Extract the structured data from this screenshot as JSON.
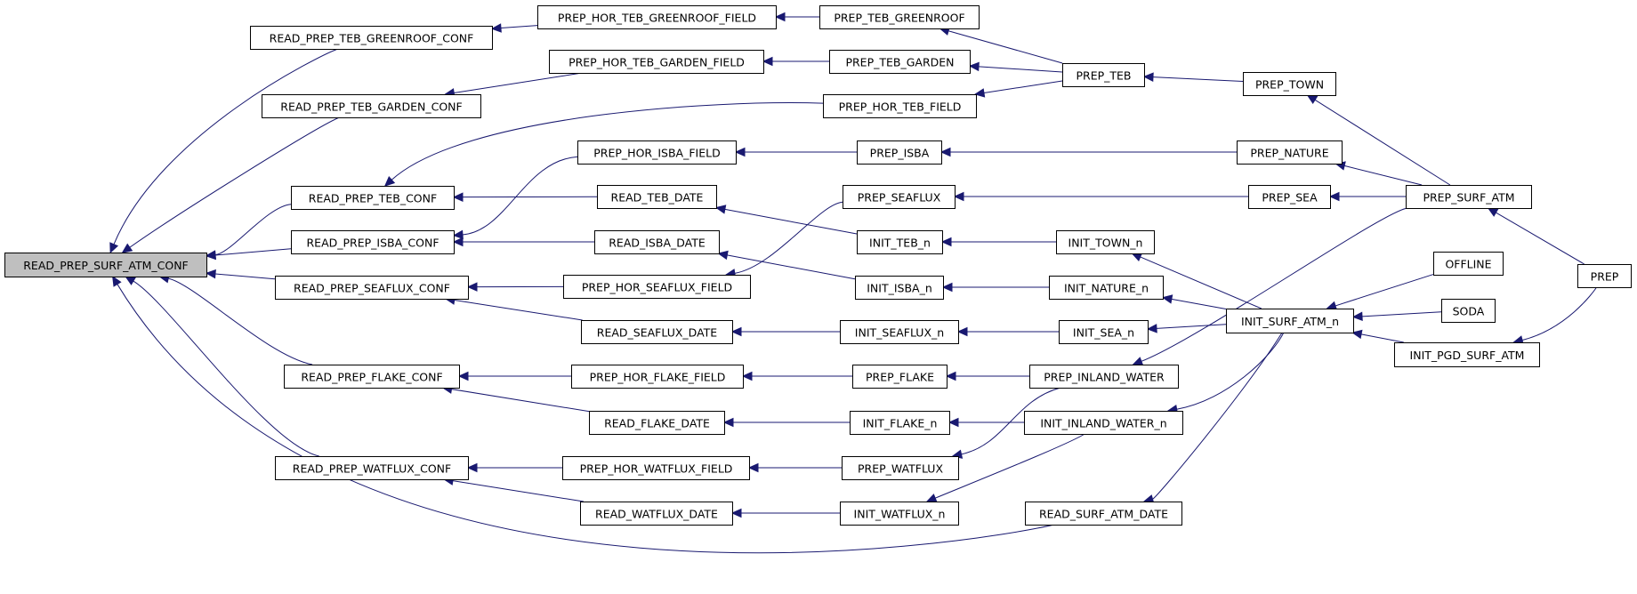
{
  "graph": {
    "edge_color": "#191970",
    "root_fill": "#bfbfbf",
    "nodes": [
      {
        "id": "n01",
        "label": "READ_PREP_SURF_ATM_CONF",
        "root": true
      },
      {
        "id": "n02",
        "label": "READ_PREP_TEB_GREENROOF_CONF"
      },
      {
        "id": "n03",
        "label": "READ_PREP_TEB_GARDEN_CONF"
      },
      {
        "id": "n04",
        "label": "READ_PREP_TEB_CONF"
      },
      {
        "id": "n05",
        "label": "READ_PREP_ISBA_CONF"
      },
      {
        "id": "n06",
        "label": "READ_PREP_SEAFLUX_CONF"
      },
      {
        "id": "n07",
        "label": "READ_PREP_FLAKE_CONF"
      },
      {
        "id": "n08",
        "label": "READ_PREP_WATFLUX_CONF"
      },
      {
        "id": "n09",
        "label": "PREP_HOR_TEB_GREENROOF_FIELD"
      },
      {
        "id": "n10",
        "label": "PREP_HOR_TEB_GARDEN_FIELD"
      },
      {
        "id": "n11",
        "label": "PREP_HOR_ISBA_FIELD"
      },
      {
        "id": "n12",
        "label": "READ_TEB_DATE"
      },
      {
        "id": "n13",
        "label": "READ_ISBA_DATE"
      },
      {
        "id": "n14",
        "label": "PREP_HOR_SEAFLUX_FIELD"
      },
      {
        "id": "n15",
        "label": "READ_SEAFLUX_DATE"
      },
      {
        "id": "n16",
        "label": "PREP_HOR_FLAKE_FIELD"
      },
      {
        "id": "n17",
        "label": "READ_FLAKE_DATE"
      },
      {
        "id": "n18",
        "label": "PREP_HOR_WATFLUX_FIELD"
      },
      {
        "id": "n19",
        "label": "READ_WATFLUX_DATE"
      },
      {
        "id": "n20",
        "label": "PREP_TEB_GREENROOF"
      },
      {
        "id": "n21",
        "label": "PREP_TEB_GARDEN"
      },
      {
        "id": "n22",
        "label": "PREP_HOR_TEB_FIELD"
      },
      {
        "id": "n23",
        "label": "PREP_ISBA"
      },
      {
        "id": "n24",
        "label": "PREP_SEAFLUX"
      },
      {
        "id": "n25",
        "label": "INIT_TEB_n"
      },
      {
        "id": "n26",
        "label": "INIT_ISBA_n"
      },
      {
        "id": "n27",
        "label": "INIT_SEAFLUX_n"
      },
      {
        "id": "n28",
        "label": "PREP_FLAKE"
      },
      {
        "id": "n29",
        "label": "INIT_FLAKE_n"
      },
      {
        "id": "n30",
        "label": "PREP_WATFLUX"
      },
      {
        "id": "n31",
        "label": "INIT_WATFLUX_n"
      },
      {
        "id": "n32",
        "label": "PREP_TEB"
      },
      {
        "id": "n33",
        "label": "INIT_TOWN_n"
      },
      {
        "id": "n34",
        "label": "INIT_NATURE_n"
      },
      {
        "id": "n35",
        "label": "INIT_SEA_n"
      },
      {
        "id": "n36",
        "label": "PREP_INLAND_WATER"
      },
      {
        "id": "n37",
        "label": "INIT_INLAND_WATER_n"
      },
      {
        "id": "n38",
        "label": "READ_SURF_ATM_DATE"
      },
      {
        "id": "n39",
        "label": "PREP_TOWN"
      },
      {
        "id": "n40",
        "label": "PREP_NATURE"
      },
      {
        "id": "n41",
        "label": "PREP_SEA"
      },
      {
        "id": "n42",
        "label": "INIT_SURF_ATM_n"
      },
      {
        "id": "n43",
        "label": "PREP_SURF_ATM"
      },
      {
        "id": "n44",
        "label": "OFFLINE"
      },
      {
        "id": "n45",
        "label": "SODA"
      },
      {
        "id": "n46",
        "label": "INIT_PGD_SURF_ATM"
      },
      {
        "id": "n47",
        "label": "PREP"
      }
    ],
    "edges": [
      [
        "n02",
        "n01"
      ],
      [
        "n03",
        "n01"
      ],
      [
        "n04",
        "n01"
      ],
      [
        "n05",
        "n01"
      ],
      [
        "n06",
        "n01"
      ],
      [
        "n07",
        "n01"
      ],
      [
        "n08",
        "n01"
      ],
      [
        "n38",
        "n01"
      ],
      [
        "n09",
        "n02"
      ],
      [
        "n10",
        "n03"
      ],
      [
        "n22",
        "n04"
      ],
      [
        "n12",
        "n04"
      ],
      [
        "n11",
        "n05"
      ],
      [
        "n13",
        "n05"
      ],
      [
        "n14",
        "n06"
      ],
      [
        "n15",
        "n06"
      ],
      [
        "n16",
        "n07"
      ],
      [
        "n17",
        "n07"
      ],
      [
        "n18",
        "n08"
      ],
      [
        "n19",
        "n08"
      ],
      [
        "n20",
        "n09"
      ],
      [
        "n21",
        "n10"
      ],
      [
        "n23",
        "n11"
      ],
      [
        "n25",
        "n12"
      ],
      [
        "n26",
        "n13"
      ],
      [
        "n24",
        "n14"
      ],
      [
        "n27",
        "n15"
      ],
      [
        "n28",
        "n16"
      ],
      [
        "n29",
        "n17"
      ],
      [
        "n30",
        "n18"
      ],
      [
        "n31",
        "n19"
      ],
      [
        "n32",
        "n20"
      ],
      [
        "n32",
        "n21"
      ],
      [
        "n32",
        "n22"
      ],
      [
        "n40",
        "n23"
      ],
      [
        "n41",
        "n24"
      ],
      [
        "n33",
        "n25"
      ],
      [
        "n34",
        "n26"
      ],
      [
        "n35",
        "n27"
      ],
      [
        "n36",
        "n28"
      ],
      [
        "n37",
        "n29"
      ],
      [
        "n36",
        "n30"
      ],
      [
        "n37",
        "n31"
      ],
      [
        "n39",
        "n32"
      ],
      [
        "n42",
        "n33"
      ],
      [
        "n42",
        "n34"
      ],
      [
        "n42",
        "n35"
      ],
      [
        "n42",
        "n37"
      ],
      [
        "n42",
        "n38"
      ],
      [
        "n43",
        "n36"
      ],
      [
        "n43",
        "n39"
      ],
      [
        "n43",
        "n40"
      ],
      [
        "n43",
        "n41"
      ],
      [
        "n44",
        "n42"
      ],
      [
        "n45",
        "n42"
      ],
      [
        "n46",
        "n42"
      ],
      [
        "n47",
        "n43"
      ],
      [
        "n47",
        "n46"
      ]
    ]
  }
}
